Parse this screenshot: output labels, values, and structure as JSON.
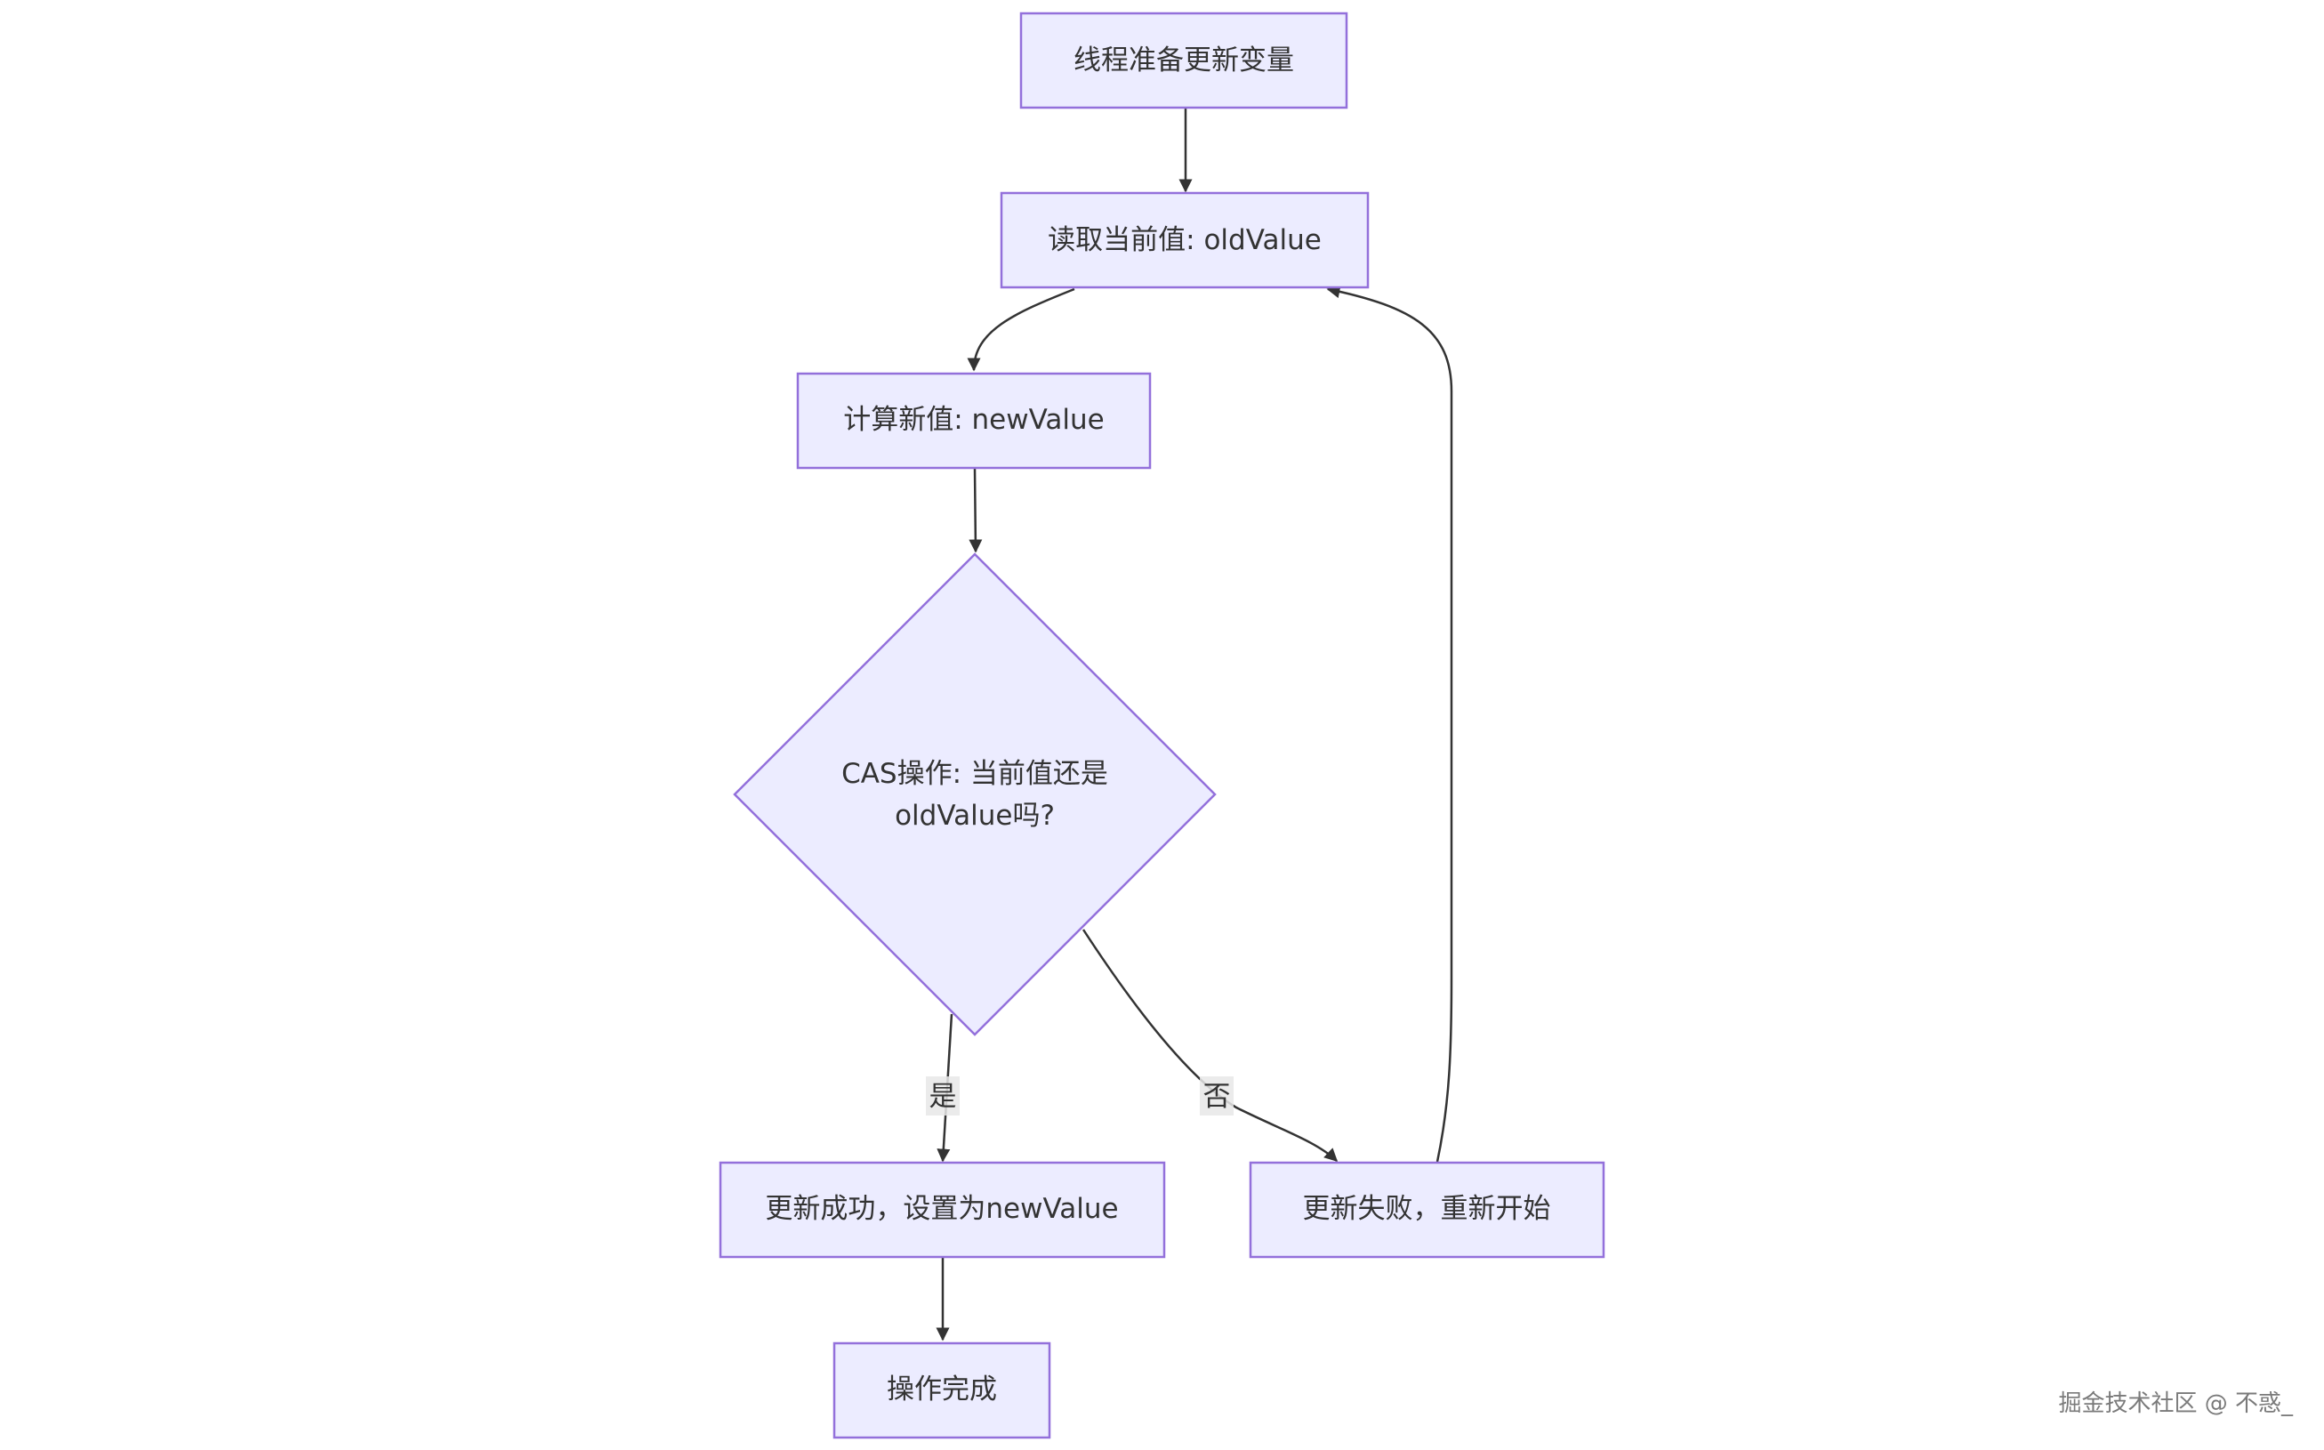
{
  "nodes": {
    "start": "线程准备更新变量",
    "read": "读取当前值: oldValue",
    "compute": "计算新值: newValue",
    "decision_line1": "CAS操作: 当前值还是",
    "decision_line2": "oldValue吗?",
    "success": "更新成功，设置为newValue",
    "fail": "更新失败，重新开始",
    "done": "操作完成"
  },
  "edges": {
    "yes_label": "是",
    "no_label": "否"
  },
  "watermark": "掘金技术社区 @ 不惑_",
  "colors": {
    "node_fill": "#ECECFF",
    "node_stroke": "#9370DB",
    "edge": "#333333",
    "text": "#333333"
  }
}
